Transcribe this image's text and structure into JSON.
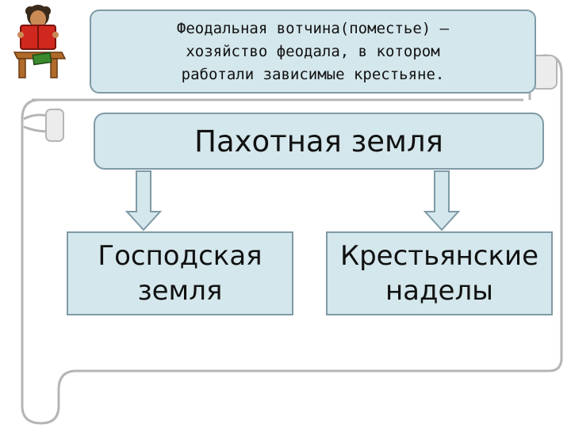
{
  "definition": {
    "text": "Феодальная вотчина(поместье) –\nхозяйство феодала, в котором\nработали зависимые крестьяне."
  },
  "diagram": {
    "root": "Пахотная земля",
    "left_child": "Господская\nземля",
    "right_child": "Крестьянские\nнаделы"
  },
  "colors": {
    "box_fill": "#d4e7ec",
    "box_border": "#7f9aa6",
    "arrow_fill": "#d4e7ec",
    "scroll_edge": "#b5b5b5"
  },
  "icons": {
    "reader": "boy-reading-book-icon"
  }
}
